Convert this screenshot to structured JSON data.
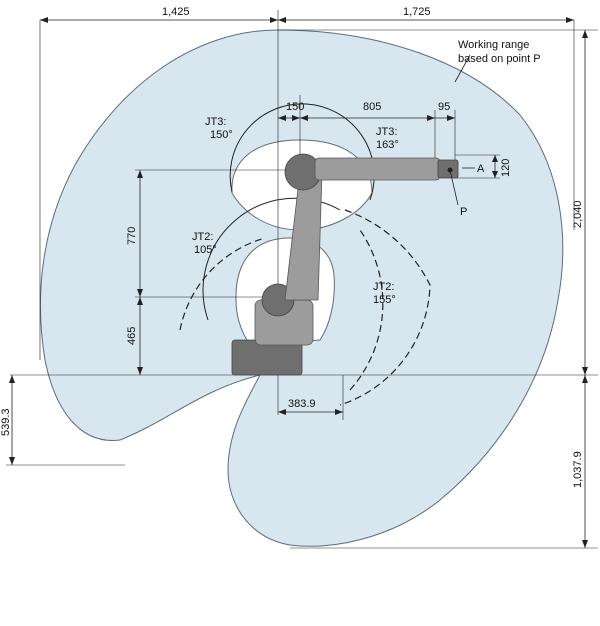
{
  "colors": {
    "range_fill": "#d7e6ef",
    "range_stroke": "#5b6e7b",
    "robot": "#9c9c9c",
    "line": "#222222"
  },
  "dimensions": {
    "left_width": "1,425",
    "right_width": "1,725",
    "height_up": "2,040",
    "height_down": "1,037.9",
    "lower_left": "539.3",
    "base_offset": "383.9",
    "shoulder_height": "465",
    "upper_arm": "770",
    "offset_150": "150",
    "forearm": "805",
    "wrist": "95",
    "wrist_height": "120"
  },
  "annotations": {
    "working_range_line1": "Working range",
    "working_range_line2": "based on point P",
    "jt3_left_name": "JT3:",
    "jt3_left_angle": "150°",
    "jt3_right_name": "JT3:",
    "jt3_right_angle": "163°",
    "jt2_left_name": "JT2:",
    "jt2_left_angle": "105°",
    "jt2_right_name": "JT2:",
    "jt2_right_angle": "155°",
    "point_p": "P",
    "point_a": "A"
  }
}
